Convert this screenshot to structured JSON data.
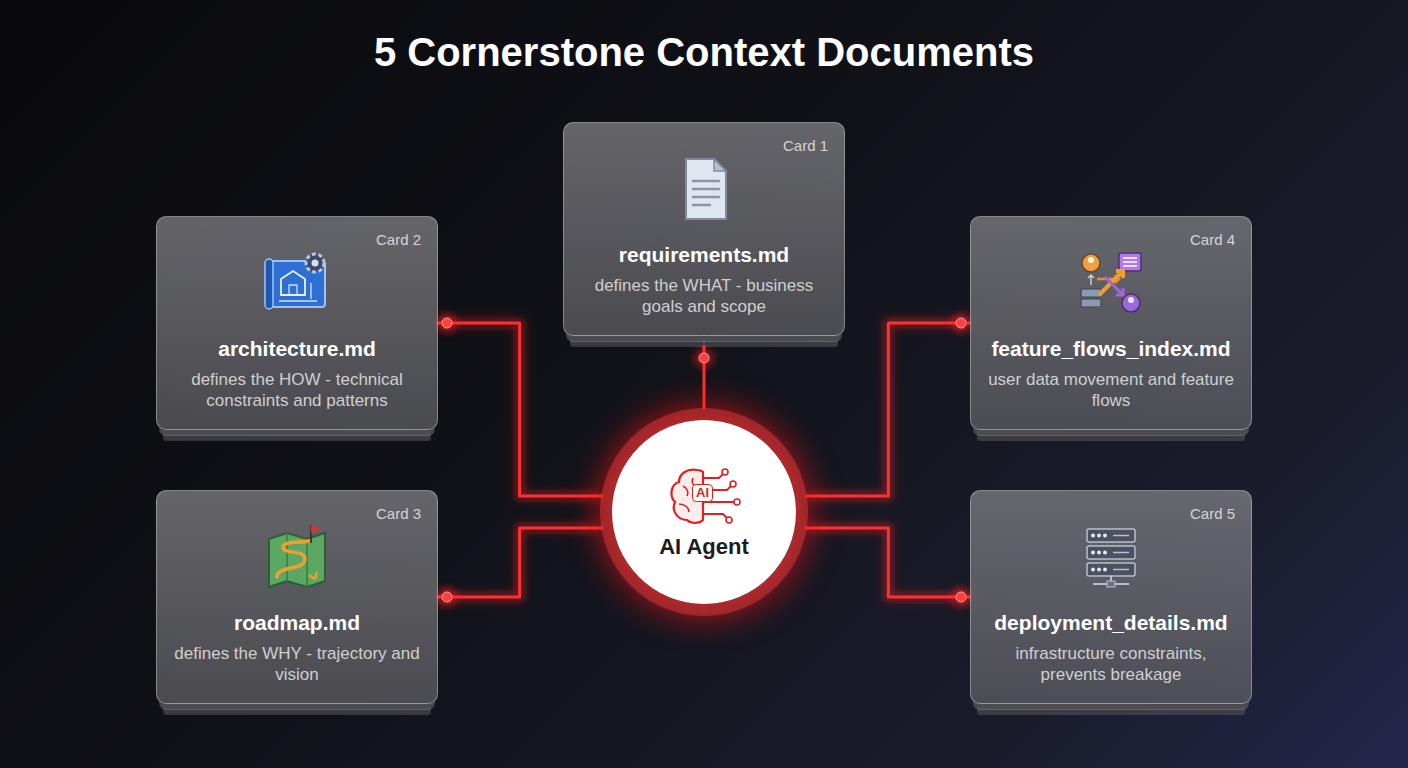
{
  "diagram": {
    "title": "5 Cornerstone Context Documents",
    "nodes": [
      {
        "text": [
          "Card 1",
          "requirements.md",
          "defines the WHAT - business goals and scope"
        ]
      },
      {
        "text": [
          "Card 2",
          "architecture.md",
          "defines the HOW - technical constraints and patterns"
        ]
      },
      {
        "text": [
          "Card 3",
          "roadmap.md",
          "defines the WHY - trajectory and vision"
        ]
      },
      {
        "text": [
          "Card 4",
          "feature_flows_index.md",
          "user data movement and feature flows"
        ]
      },
      {
        "text": [
          "Card 5",
          "deployment_details.md",
          "infrastructure constraints, prevents breakage"
        ]
      },
      {
        "text": [
          "AI Agent"
        ]
      }
    ],
    "edges": [
      {
        "from": 5,
        "to": 0,
        "arrow": "none"
      },
      {
        "from": 5,
        "to": 1,
        "arrow": "none"
      },
      {
        "from": 5,
        "to": 2,
        "arrow": "none"
      },
      {
        "from": 5,
        "to": 3,
        "arrow": "none"
      },
      {
        "from": 5,
        "to": 4,
        "arrow": "none"
      }
    ],
    "labels": [
      "AI"
    ]
  }
}
